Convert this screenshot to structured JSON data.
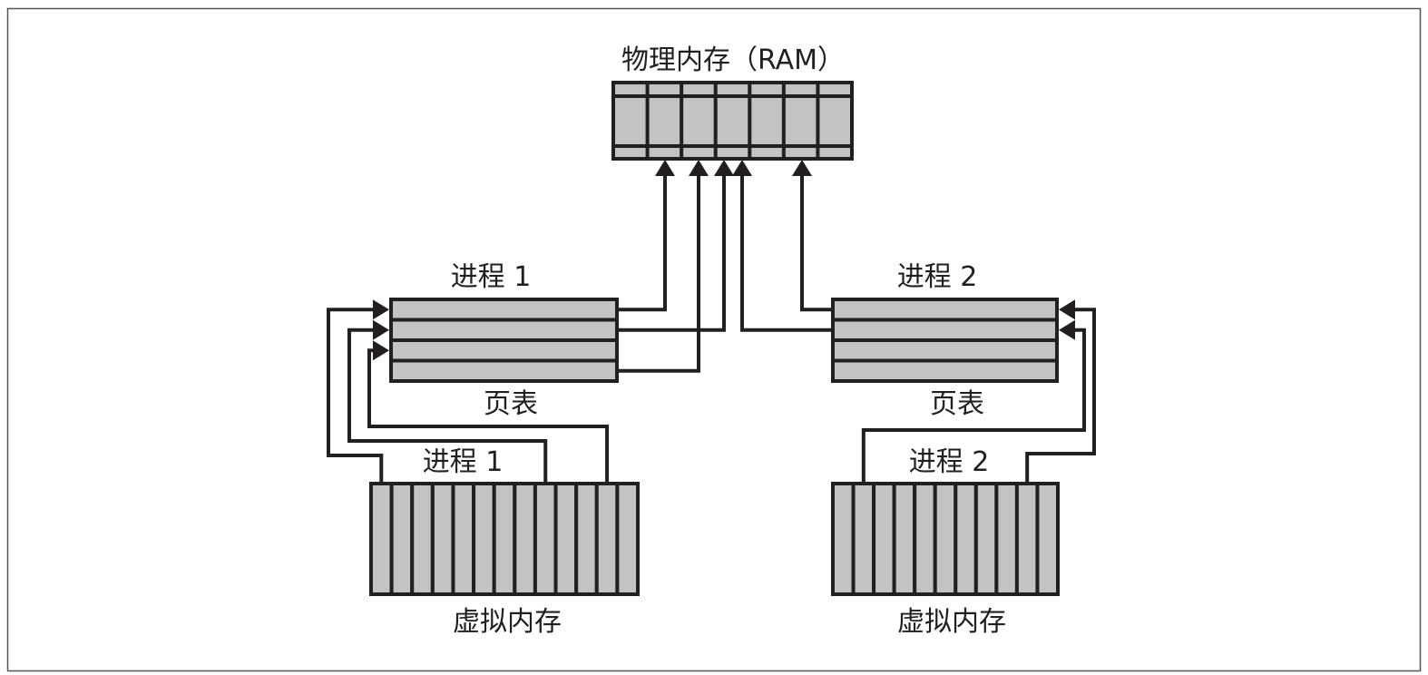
{
  "title": "物理内存（RAM）",
  "colors": {
    "cell_fill": "#c3c3c3",
    "stroke": "#231f20",
    "frame": "#555555",
    "background": "#ffffff"
  },
  "ram": {
    "label": "物理内存（RAM）",
    "cells": 7
  },
  "processes": [
    {
      "id": "p1",
      "page_table": {
        "process_label": "进程 1",
        "label": "页表",
        "rows": 4
      },
      "virtual_memory": {
        "process_label": "进程 1",
        "label": "虚拟内存",
        "cells": 13
      },
      "vm_to_pt_links": [
        {
          "from_vm_cell": 0,
          "to_pt_row": 0
        },
        {
          "from_vm_cell": 8,
          "to_pt_row": 1
        },
        {
          "from_vm_cell": 11,
          "to_pt_row": 2
        }
      ],
      "pt_to_ram_links": [
        {
          "from_pt_row": 0,
          "to_ram_cell": 1
        },
        {
          "from_pt_row": 1,
          "to_ram_cell": 3
        },
        {
          "from_pt_row": 3,
          "to_ram_cell": 2
        }
      ]
    },
    {
      "id": "p2",
      "page_table": {
        "process_label": "进程 2",
        "label": "页表",
        "rows": 4
      },
      "virtual_memory": {
        "process_label": "进程 2",
        "label": "虚拟内存",
        "cells": 11
      },
      "vm_to_pt_links": [
        {
          "from_vm_cell": 9,
          "to_pt_row": 0
        },
        {
          "from_vm_cell": 1,
          "to_pt_row": 1
        }
      ],
      "pt_to_ram_links": [
        {
          "from_pt_row": 0,
          "to_ram_cell": 5
        },
        {
          "from_pt_row": 1,
          "to_ram_cell": 3
        }
      ]
    }
  ]
}
